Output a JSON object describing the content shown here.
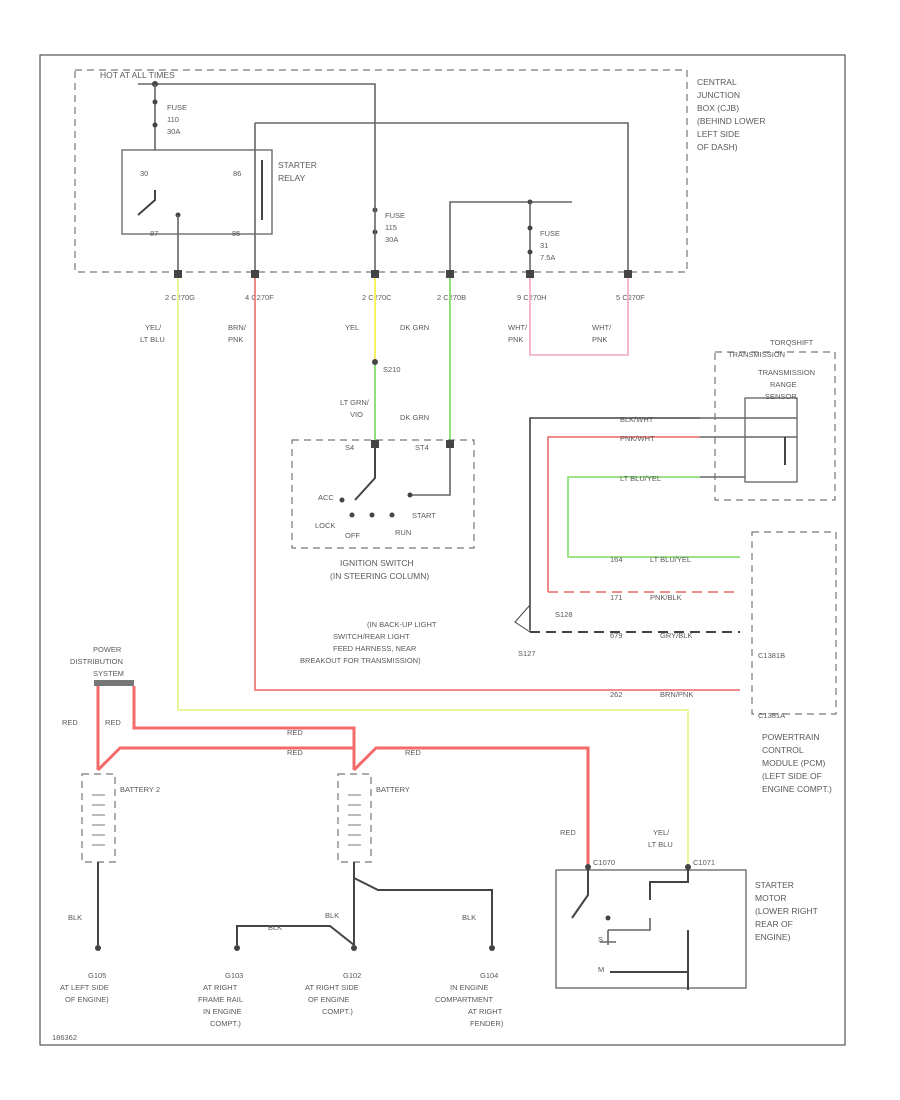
{
  "diagram": {
    "hot_at_all_times": "HOT AT ALL TIMES",
    "cjb": {
      "title": "CENTRAL JUNCTION BOX (CJB) (BEHIND LOWER LEFT SIDE OF DASH)"
    },
    "fuses": {
      "f1": "FUSE 110 30A",
      "f2": "FUSE 115 30A",
      "f3": "FUSE 31 7.5A"
    },
    "relay": {
      "label": "STARTER RELAY",
      "pin_left": "30",
      "pin_right": "86",
      "pin_bl": "87",
      "pin_br": "85"
    },
    "connectors": {
      "c1": "2  C270G",
      "c2": "4  C270F",
      "c3": "2  C270C",
      "c4": "2  C270B",
      "c5": "9  C270H",
      "c6": "5  C270F"
    },
    "wires": {
      "w1": "YEL/ LT BLU",
      "w2": "BRN/ PNK",
      "w3": "YEL",
      "w4": "DK GRN",
      "w5": "WHT/ PNK",
      "w6": "WHT/ PNK",
      "splice": "S210",
      "w7": "LT GRN/ VIO",
      "w8": "DK GRN"
    },
    "ignition": {
      "acc": "ACC",
      "lock": "LOCK",
      "off": "OFF",
      "run": "RUN",
      "start": "START",
      "pin_left": "S4",
      "pin_right": "ST4",
      "caption": "IGNITION SWITCH (IN STEERING COLUMN)"
    },
    "tr_sensor": {
      "header": "TORQSHIFT TRANSMISSION",
      "label": "TRANSMISSION RANGE SENSOR",
      "w1": "BLK/WHT",
      "w2": "PNK/WHT",
      "w3": "LT BLU/YEL"
    },
    "pcm": {
      "label": "POWERTRAIN CONTROL MODULE (PCM) (LEFT SIDE OF ENGINE COMPT.)",
      "w_a_num": "164",
      "w_a": "LT BLU/YEL",
      "w_b_num": "171",
      "w_b": "PNK/BLK",
      "w_c_num": "679",
      "w_c": "GRY/BLK",
      "w_d_num": "262",
      "w_d": "BRN/PNK",
      "conn_b": "C1381B",
      "conn_a": "C1381A",
      "splice_a": "S128",
      "splice_b": "S127",
      "note": "(IN BACK-UP LIGHT SWITCH/REAR LIGHT FEED HARNESS, NEAR BREAKOUT FOR TRANSMISSION)"
    },
    "power_dist": "POWER DISTRIBUTION SYSTEM",
    "red_labels": [
      "RED",
      "RED",
      "RED",
      "RED",
      "RED"
    ],
    "battery2": "BATTERY 2",
    "battery": "BATTERY",
    "starter": {
      "label": "STARTER MOTOR (LOWER RIGHT REAR OF ENGINE)",
      "wire_red": "RED",
      "wire_yel": "YEL/ LT BLU",
      "conn_a": "C1070",
      "conn_b": "C1071",
      "pin_s": "S",
      "pin_m": "M"
    },
    "grounds": {
      "g1": "G105 AT LEFT SIDE OF ENGINE)",
      "g2": "G103 AT RIGHT FRAME RAIL IN ENGINE COMPT.)",
      "g3": "G102 AT RIGHT SIDE OF ENGINE COMPT.)",
      "g4": "G104 IN ENGINE COMPARTMENT AT RIGHT FENDER)",
      "blk1": "BLK",
      "blk2": "BLK",
      "blk3": "BLK",
      "blk4": "BLK"
    },
    "footer_code": "186362"
  }
}
